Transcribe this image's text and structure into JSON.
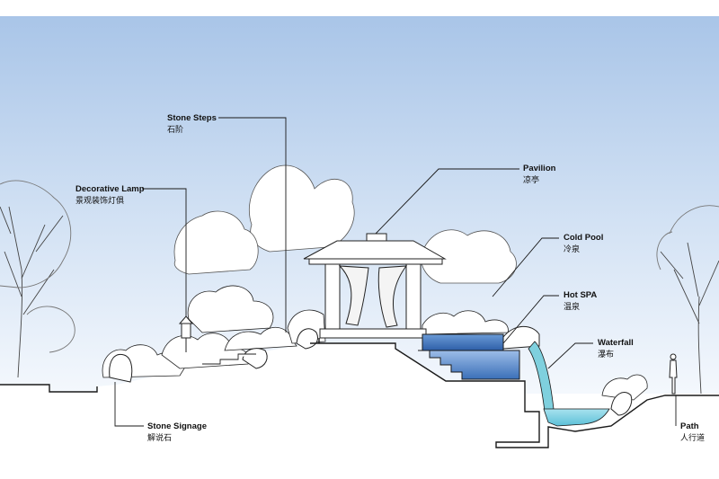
{
  "labels": {
    "stone_steps": {
      "en": "Stone Steps",
      "zh": "石阶"
    },
    "decorative_lamp": {
      "en": "Decorative Lamp",
      "zh": "景观装饰灯俱"
    },
    "pavilion": {
      "en": "Pavilion",
      "zh": "凉亭"
    },
    "cold_pool": {
      "en": "Cold Pool",
      "zh": "冷泉"
    },
    "hot_spa": {
      "en": "Hot SPA",
      "zh": "温泉"
    },
    "waterfall": {
      "en": "Waterfall",
      "zh": "瀑布"
    },
    "stone_signage": {
      "en": "Stone Signage",
      "zh": "解说石"
    },
    "path": {
      "en": "Path",
      "zh": "人行道"
    }
  },
  "colors": {
    "sky_top": "#a9c5e8",
    "sky_bottom": "#f4f8fd",
    "water": "#4a82c8",
    "water_light": "#8fd6e6",
    "line": "#1a1a1a",
    "foliage": "#ffffff"
  }
}
